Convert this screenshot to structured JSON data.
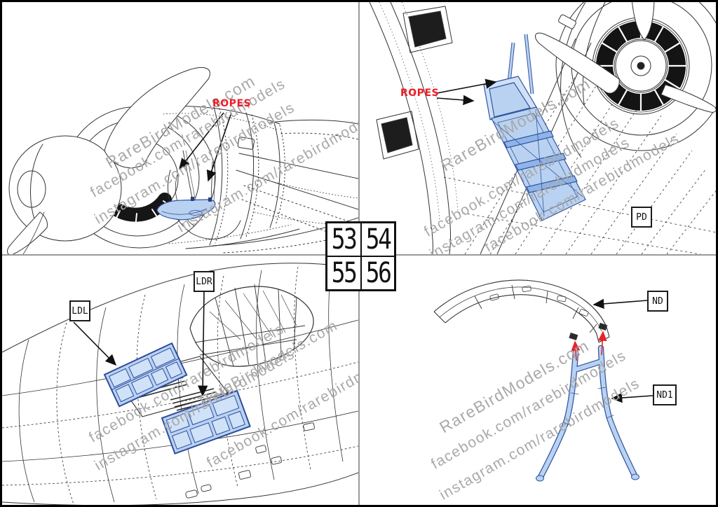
{
  "steps": [
    "53",
    "54",
    "55",
    "56"
  ],
  "watermark": {
    "site": "RareBirdModels.com",
    "facebook": "facebook.com/rarebirdmodels",
    "instagram": "instagram.com/rarebirdmodels"
  },
  "callouts": {
    "ropes_top_left": "ROPES",
    "ropes_top_right": "ROPES"
  },
  "part_labels": {
    "pd": "PD",
    "ldl": "LDL",
    "ldr": "LDR",
    "nd": "ND",
    "nd1": "ND1"
  },
  "colors": {
    "part_highlight_fill": "#b9d2f1",
    "part_highlight_pane": "#cfe2f8",
    "part_highlight_stroke": "#31549f",
    "callout_red": "#ed1c24",
    "watermark_gray": "#a9a9a9",
    "line_art": "#333333"
  }
}
